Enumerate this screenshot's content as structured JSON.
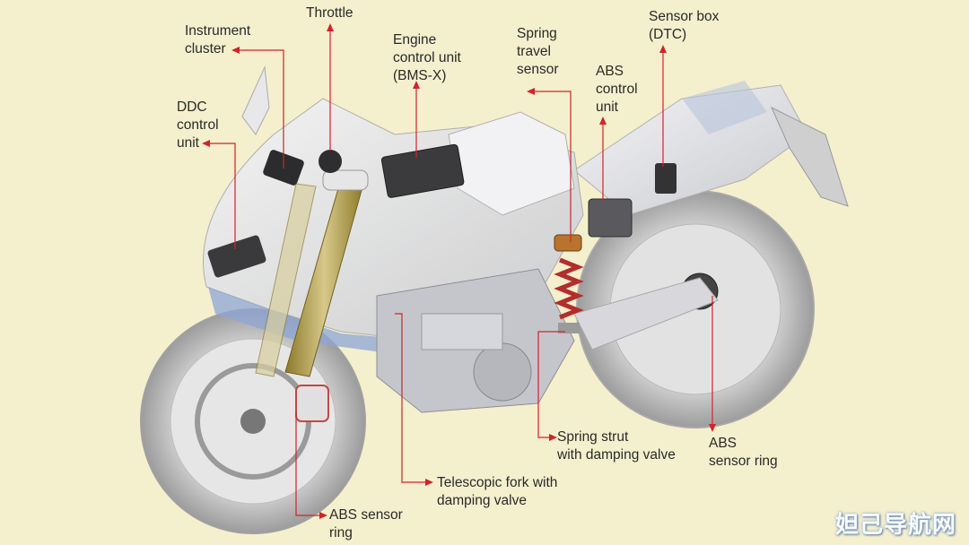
{
  "colors": {
    "background": "#f4efcd",
    "callout": "#d2232a",
    "label_text": "#2a2a2a"
  },
  "labels": {
    "instrument_cluster": "Instrument\ncluster",
    "throttle": "Throttle",
    "engine_control_unit": "Engine\ncontrol unit\n(BMS-X)",
    "spring_travel_sensor": "Spring\ntravel\nsensor",
    "abs_control_unit": "ABS\ncontrol\nunit",
    "sensor_box": "Sensor box\n(DTC)",
    "ddc_control_unit": "DDC\ncontrol\nunit",
    "spring_strut": "Spring strut\nwith damping valve",
    "abs_sensor_ring_rear": "ABS\nsensor ring",
    "telescopic_fork": "Telescopic fork with\ndamping valve",
    "abs_sensor_ring_front": "ABS sensor\nring"
  },
  "watermark": "妲己导航网"
}
